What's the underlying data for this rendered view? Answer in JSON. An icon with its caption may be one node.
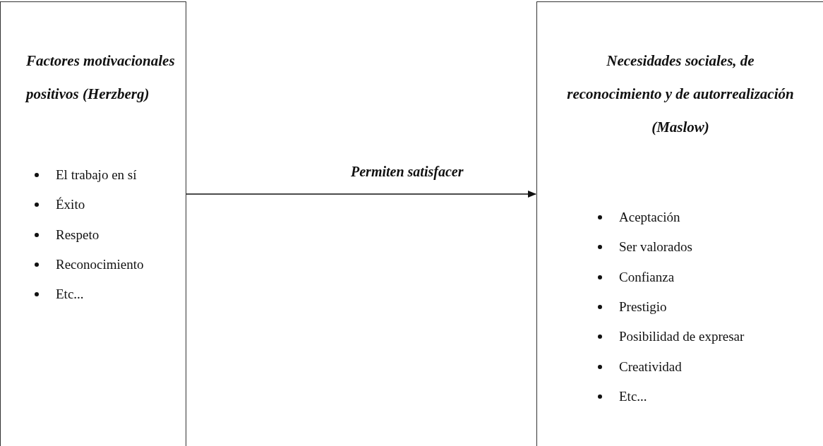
{
  "diagram": {
    "nodes": [
      {
        "text": [
          "Factores motivacionales positivos (Herzberg)",
          "El trabajo en sí",
          "Éxito",
          "Respeto",
          "Reconocimiento",
          "Etc..."
        ]
      },
      {
        "text": [
          "Necesidades sociales, de reconocimiento y de autorrealización (Maslow)",
          "Aceptación",
          "Ser valorados",
          "Confianza",
          "Prestigio",
          "Posibilidad de expresar",
          "Creatividad",
          "Etc..."
        ]
      }
    ],
    "edges": [
      {
        "from": 0,
        "to": 1,
        "arrow": "to",
        "label": "Permiten satisfacer"
      }
    ]
  }
}
